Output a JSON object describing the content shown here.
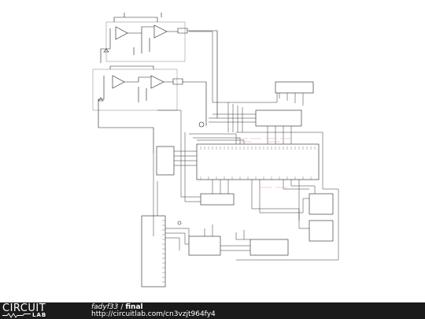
{
  "footer": {
    "logo_top": "CIRCUIT",
    "logo_bottom": "LAB",
    "author": "fadyf33",
    "separator": "/",
    "project": "final",
    "url": "http://circuitlab.com/cn3vzjt964fy4"
  }
}
